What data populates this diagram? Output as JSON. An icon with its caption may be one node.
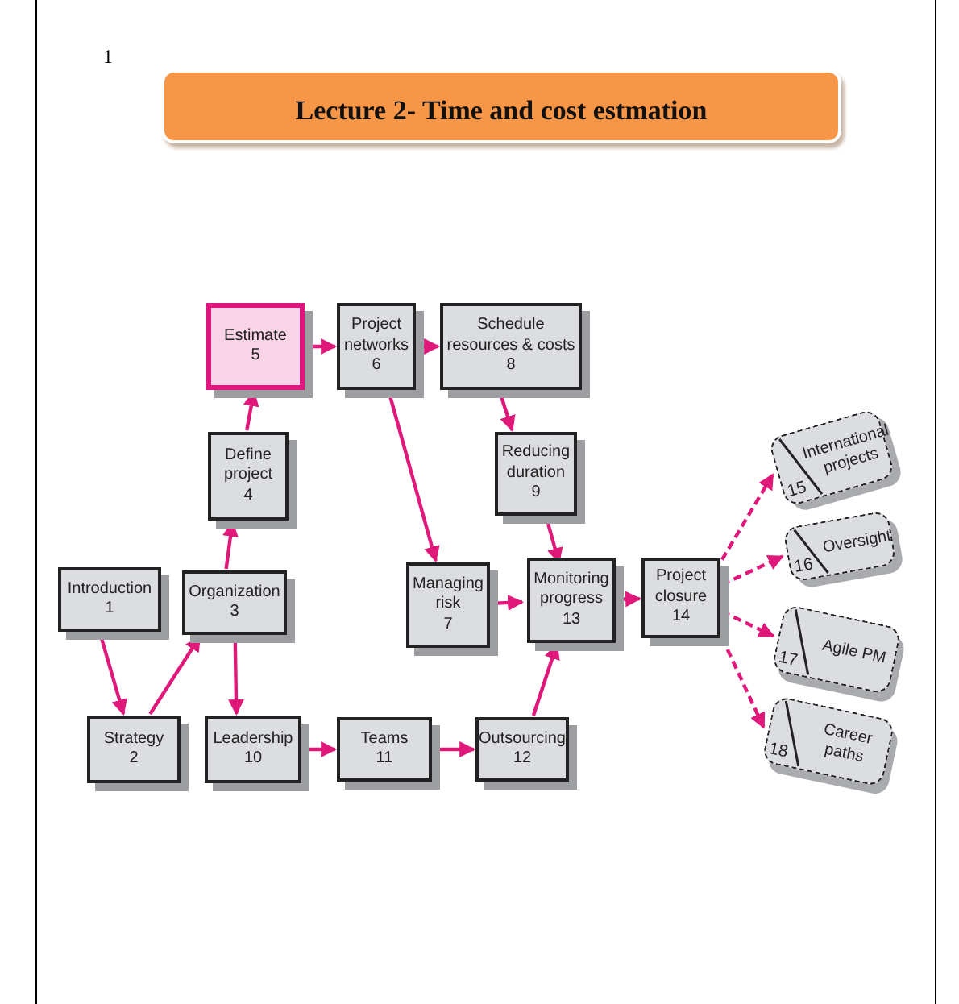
{
  "diagram": {
    "title": "Lecture 2- Time and cost estmation",
    "nodes": [
      {
        "text": [
          "Introduction",
          "1"
        ]
      },
      {
        "text": [
          "Strategy",
          "2"
        ]
      },
      {
        "text": [
          "Organization",
          "3"
        ]
      },
      {
        "text": [
          "Define project",
          "4"
        ]
      },
      {
        "text": [
          "Estimate",
          "5"
        ]
      },
      {
        "text": [
          "Project networks",
          "6"
        ]
      },
      {
        "text": [
          "Schedule resources & costs",
          "8"
        ]
      },
      {
        "text": [
          "Reducing duration",
          "9"
        ]
      },
      {
        "text": [
          "Managing risk",
          "7"
        ]
      },
      {
        "text": [
          "Monitoring progress",
          "13"
        ]
      },
      {
        "text": [
          "Project closure",
          "14"
        ]
      },
      {
        "text": [
          "Leadership",
          "10"
        ]
      },
      {
        "text": [
          "Teams",
          "11"
        ]
      },
      {
        "text": [
          "Outsourcing",
          "12"
        ]
      },
      {
        "text": [
          "15",
          "International projects"
        ]
      },
      {
        "text": [
          "16",
          "Oversight"
        ]
      },
      {
        "text": [
          "17",
          "Agile PM"
        ]
      },
      {
        "text": [
          "18",
          "Career paths"
        ]
      }
    ],
    "edges": [
      {
        "from": 0,
        "to": 1,
        "arrow": "to"
      },
      {
        "from": 1,
        "to": 2,
        "arrow": "to"
      },
      {
        "from": 2,
        "to": 3,
        "arrow": "to"
      },
      {
        "from": 3,
        "to": 4,
        "arrow": "to"
      },
      {
        "from": 4,
        "to": 5,
        "arrow": "to"
      },
      {
        "from": 5,
        "to": 6,
        "arrow": "to"
      },
      {
        "from": 6,
        "to": 7,
        "arrow": "to"
      },
      {
        "from": 5,
        "to": 8,
        "arrow": "to"
      },
      {
        "from": 8,
        "to": 9,
        "arrow": "to"
      },
      {
        "from": 7,
        "to": 9,
        "arrow": "to"
      },
      {
        "from": 2,
        "to": 11,
        "arrow": "to"
      },
      {
        "from": 11,
        "to": 12,
        "arrow": "to"
      },
      {
        "from": 12,
        "to": 13,
        "arrow": "to"
      },
      {
        "from": 13,
        "to": 9,
        "arrow": "to"
      },
      {
        "from": 9,
        "to": 10,
        "arrow": "to"
      },
      {
        "from": 10,
        "to": 14,
        "arrow": "to",
        "style": "dashed"
      },
      {
        "from": 10,
        "to": 15,
        "arrow": "to",
        "style": "dashed"
      },
      {
        "from": 10,
        "to": 16,
        "arrow": "to",
        "style": "dashed"
      },
      {
        "from": 10,
        "to": 17,
        "arrow": "to",
        "style": "dashed"
      }
    ],
    "labels": [
      "1"
    ]
  }
}
